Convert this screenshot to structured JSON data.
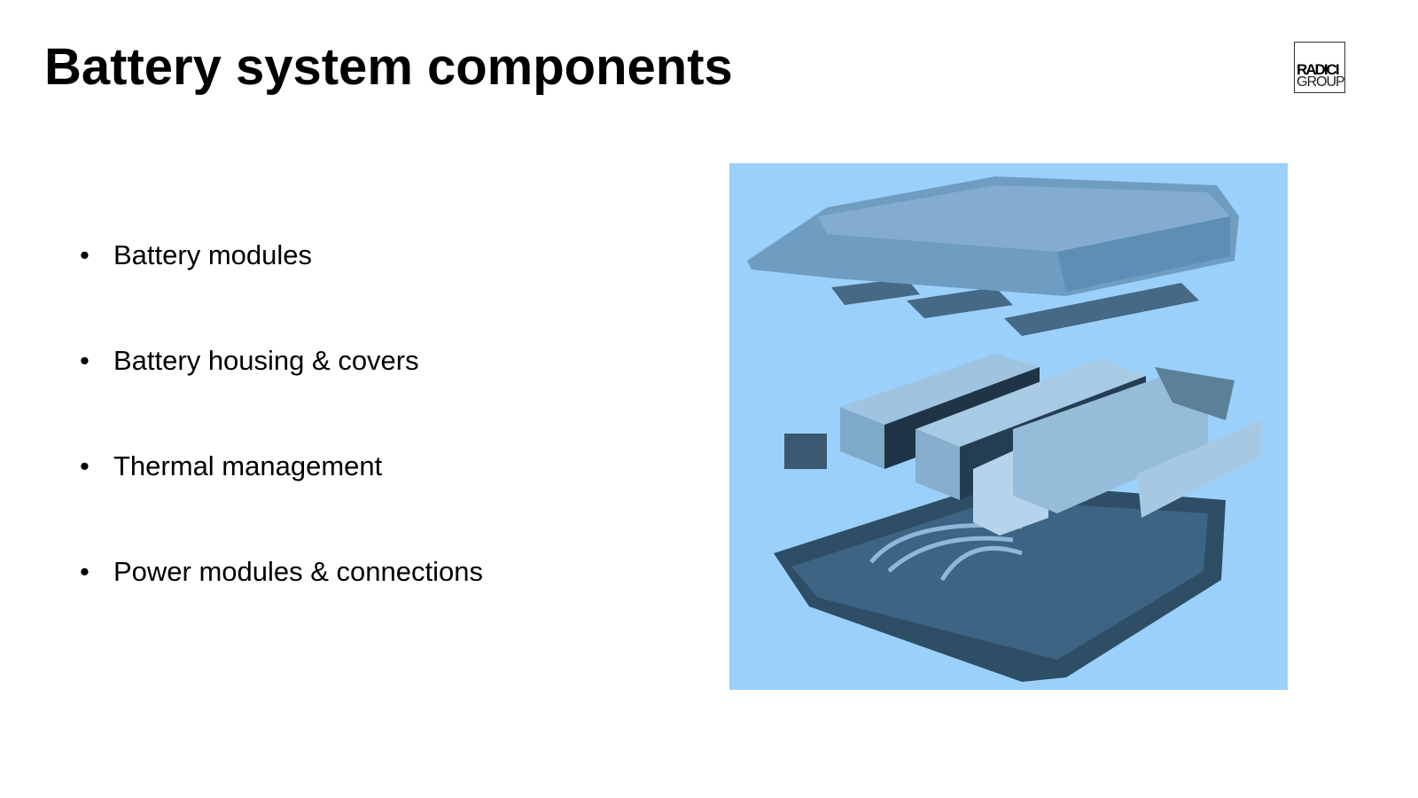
{
  "slide": {
    "title": "Battery system components",
    "logo": {
      "line1": "RADICI",
      "line2": "GROUP"
    },
    "bullets": [
      {
        "label": "Battery modules"
      },
      {
        "label": "Battery housing & covers"
      },
      {
        "label": "Thermal management"
      },
      {
        "label": "Power modules & connections"
      }
    ],
    "bullet_glyph": "•",
    "figure": {
      "icon": "exploded-battery-pack-illustration",
      "background": "#9bd0fb"
    }
  }
}
